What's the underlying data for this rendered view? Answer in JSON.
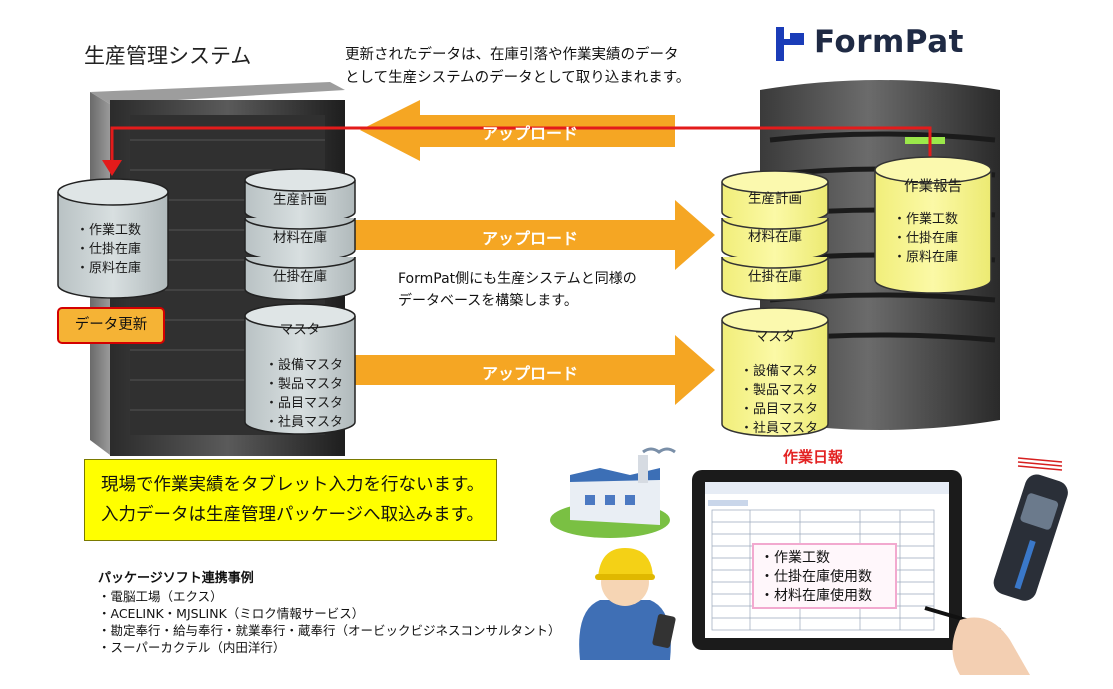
{
  "left_title": "生産管理システム",
  "brand": {
    "name": "FormPat",
    "accent_blue": "#1a3cb8",
    "dark": "#1f2a44"
  },
  "top_note": [
    "更新されたデータは、在庫引落や作業実績のデータ",
    "として生産システムのデータとして取り込まれます。"
  ],
  "arrows": {
    "upload_top": "アップロード",
    "upload_mid": "アップロード",
    "upload_bottom": "アップロード",
    "color": "#f5a623"
  },
  "mid_note": [
    "FormPat側にも生産システムと同様の",
    "データベースを構築します。"
  ],
  "left_db": {
    "items": [
      "・作業工数",
      "・仕掛在庫",
      "・原料在庫"
    ],
    "stack": [
      "生産計画",
      "材料在庫",
      "仕掛在庫"
    ],
    "master_title": "マスタ",
    "master_items": [
      "・設備マスタ",
      "・製品マスタ",
      "・品目マスタ",
      "・社員マスタ"
    ],
    "update_button": "データ更新"
  },
  "right_db": {
    "stack": [
      "生産計画",
      "材料在庫",
      "仕掛在庫"
    ],
    "master_title": "マスタ",
    "master_items": [
      "・設備マスタ",
      "・製品マスタ",
      "・品目マスタ",
      "・社員マスタ"
    ],
    "report_title": "作業報告",
    "report_items": [
      "・作業工数",
      "・仕掛在庫",
      "・原料在庫"
    ]
  },
  "yellow_box": [
    "現場で作業実績をタブレット入力を行ないます。",
    "入力データは生産管理パッケージへ取込みます。"
  ],
  "cases": {
    "heading": "パッケージソフト連携事例",
    "items": [
      "・電脳工場（エクス）",
      "・ACELINK・MJSLINK（ミロク情報サービス）",
      "・勘定奉行・給与奉行・就業奉行・蔵奉行（オービックビジネスコンサルタント）",
      "・スーパーカクテル（内田洋行）"
    ]
  },
  "daily_report": {
    "title": "作業日報",
    "overlay_items": [
      "・作業工数",
      "・仕掛在庫使用数",
      "・材料在庫使用数"
    ]
  },
  "icons": [
    "left-server-icon",
    "right-server-icon",
    "factory-icon",
    "worker-icon",
    "tablet-icon",
    "barcode-scanner-icon",
    "hand-pen-icon"
  ]
}
